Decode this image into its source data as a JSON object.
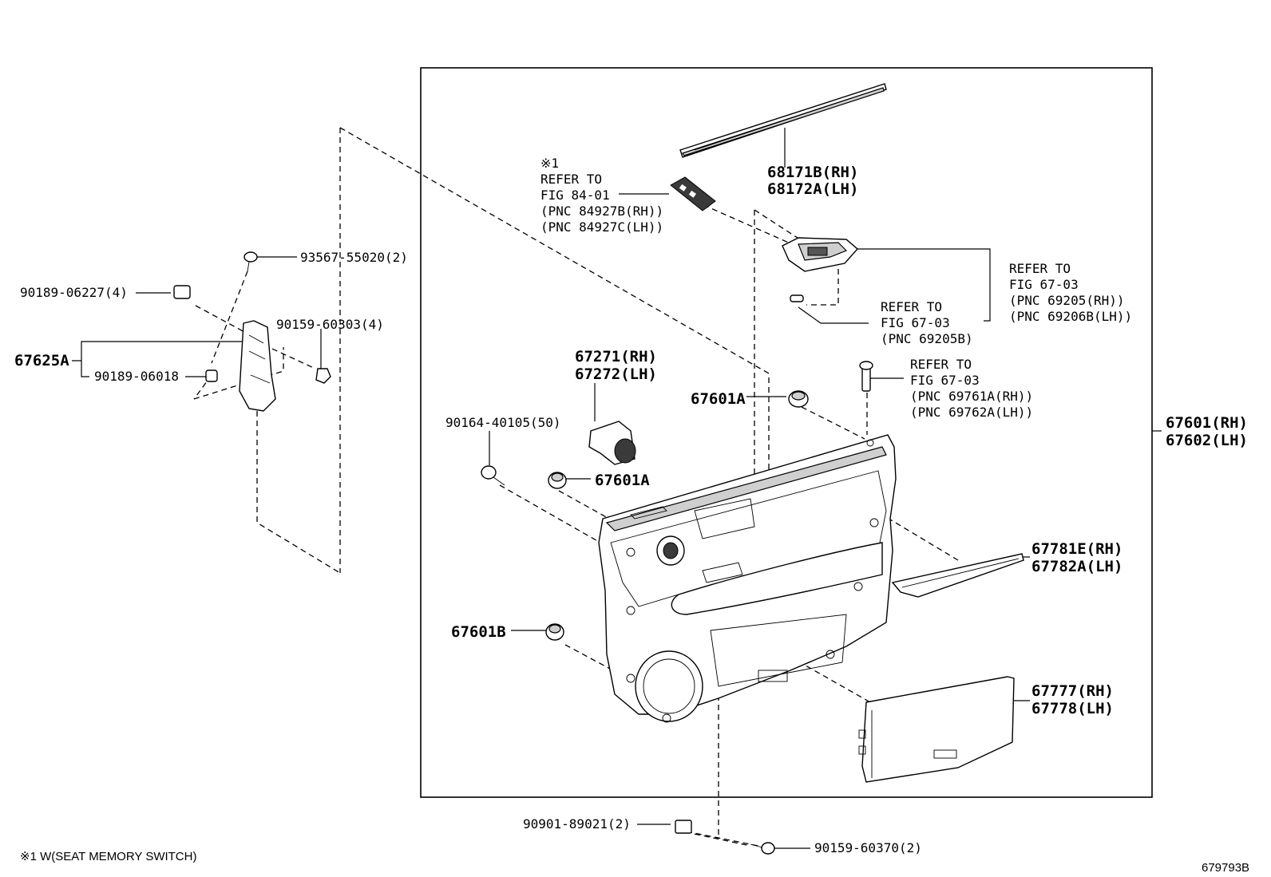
{
  "labels": {
    "p68171": "68171B(RH)",
    "p68172": "68172A(LH)",
    "ref84_mark": "※1",
    "ref84_l1": "REFER TO",
    "ref84_l2": "FIG 84-01",
    "ref84_l3": "(PNC 84927B(RH))",
    "ref84_l4": "(PNC 84927C(LH))",
    "p93567": "93567-55020(2)",
    "p90189a": "90189-06227(4)",
    "p90159a": "90159-60303(4)",
    "p67625": "67625A",
    "p90189b": "90189-06018",
    "ref6903a_l1": "REFER TO",
    "ref6903a_l2": "FIG 67-03",
    "ref6903a_l3": "(PNC 69205(RH))",
    "ref6903a_l4": "(PNC 69206B(LH))",
    "ref6903b_l1": "REFER TO",
    "ref6903b_l2": "FIG 67-03",
    "ref6903b_l3": "(PNC 69205B)",
    "ref6903c_l1": "REFER TO",
    "ref6903c_l2": "FIG 67-03",
    "ref6903c_l3": "(PNC 69761A(RH))",
    "ref6903c_l4": "(PNC 69762A(LH))",
    "p67271": "67271(RH)",
    "p67272": "67272(LH)",
    "p67601A_1": "67601A",
    "p67601A_2": "67601A",
    "p67601B": "67601B",
    "p90164": "90164-40105(50)",
    "p67601": "67601(RH)",
    "p67602": "67602(LH)",
    "p67781": "67781E(RH)",
    "p67782": "67782A(LH)",
    "p67777": "67777(RH)",
    "p67778": "67778(LH)",
    "p90901": "90901-89021(2)",
    "p90159b": "90159-60370(2)",
    "footnote": "※1 W(SEAT MEMORY SWITCH)",
    "figure_id": "679793B"
  }
}
